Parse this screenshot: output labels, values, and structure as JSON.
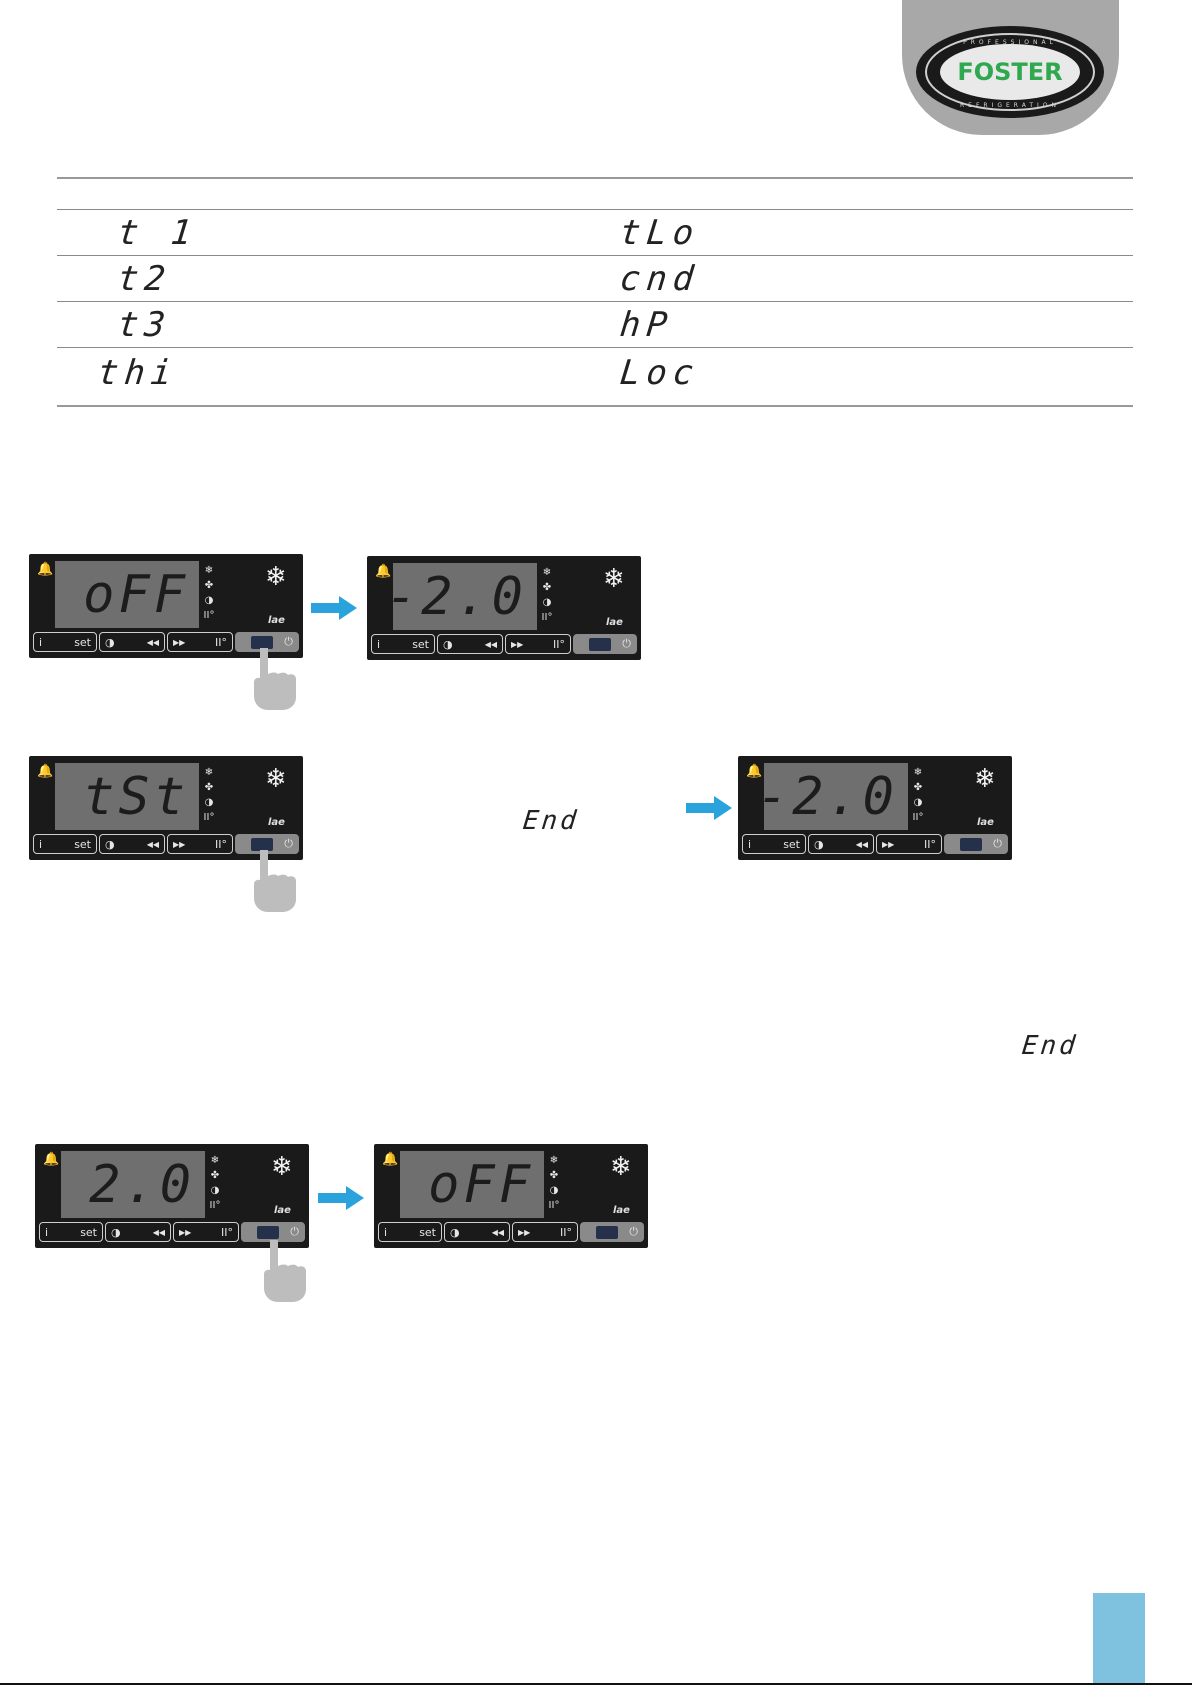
{
  "logo": {
    "brand": "FOSTER",
    "top_text": "PROFESSIONAL",
    "bottom_text": "REFRIGERATION",
    "colors": {
      "tab": "#a8a8a8",
      "oval": "#1a1a1a",
      "brand_text": "#2fa84f"
    }
  },
  "table": {
    "rows": [
      {
        "left": "t 1",
        "right": "tLo"
      },
      {
        "left": "t2",
        "right": "cnd"
      },
      {
        "left": "t3",
        "right": "hP"
      },
      {
        "left": "thi",
        "right": "Loc"
      }
    ]
  },
  "panel_common": {
    "btn_i": "i",
    "btn_set": "set",
    "btn_down": "◀◀",
    "btn_up": "▶▶",
    "btn_pause": "II°",
    "brand": "lae"
  },
  "panels": [
    {
      "display": "oFF"
    },
    {
      "display": "-2.0"
    },
    {
      "display": "tSt"
    },
    {
      "display": "-2.0"
    },
    {
      "display": "2.0"
    },
    {
      "display": "oFF"
    }
  ],
  "end_labels": [
    "End",
    "End"
  ],
  "colors": {
    "arrow": "#2aa3dd",
    "page_box": "#7fc2e0",
    "hand": "#bdbdbd"
  }
}
